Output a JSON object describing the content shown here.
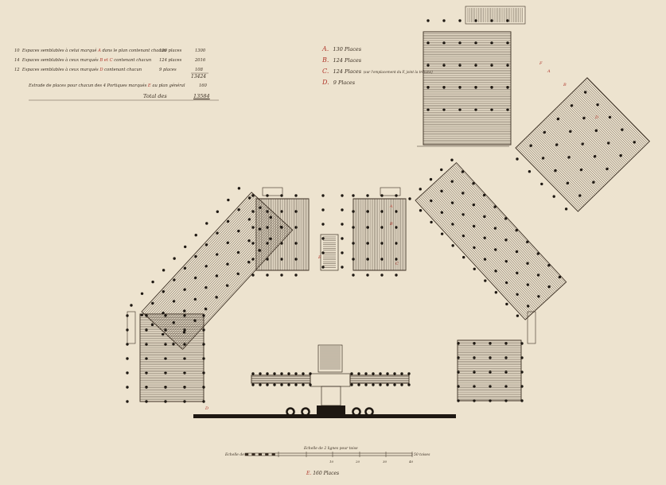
{
  "table": {
    "rows": [
      {
        "count": "10",
        "text": "Espaces semblables à celui marqué",
        "letter": "A",
        "text2": "dans le plan contenant chacun",
        "places": "130 places",
        "total": "1300"
      },
      {
        "count": "14",
        "text": "Espaces semblables à ceux marqués",
        "letter": "B et C",
        "text2": "contenant chacun",
        "places": "124 places",
        "total": "2016"
      },
      {
        "count": "12",
        "text": "Espaces semblables à ceux marqués",
        "letter": "D",
        "text2": "contenant chacun",
        "places": "9 places",
        "total": "108"
      }
    ],
    "subtotal": "13424",
    "extra": {
      "text": "Estrade de places pour chacun des 4 Portiques marqués",
      "letter": "E",
      "text2": "au plan général",
      "value": "160"
    },
    "total_label": "Total des",
    "total": "13584"
  },
  "legend": [
    {
      "letter": "A.",
      "value": "130 Places"
    },
    {
      "letter": "B.",
      "value": "124 Places"
    },
    {
      "letter": "C.",
      "value": "124 Places",
      "note": "(sur l'emplacement du F, joint la tribune)"
    },
    {
      "letter": "D.",
      "value": "9 Places"
    }
  ],
  "scale": {
    "title": "Echelle de 2 lignes pour toise",
    "left_label": "Echelle de",
    "ticks": [
      "10",
      "20",
      "30",
      "40"
    ],
    "right_label": "50 toises"
  },
  "footer": {
    "letter": "E.",
    "text": "160 Places"
  },
  "marks": [
    "A",
    "B",
    "C",
    "D",
    "E",
    "F"
  ],
  "colors": {
    "paper": "#ede3cf",
    "ink": "#3a2e22",
    "red": "#b0382c"
  }
}
